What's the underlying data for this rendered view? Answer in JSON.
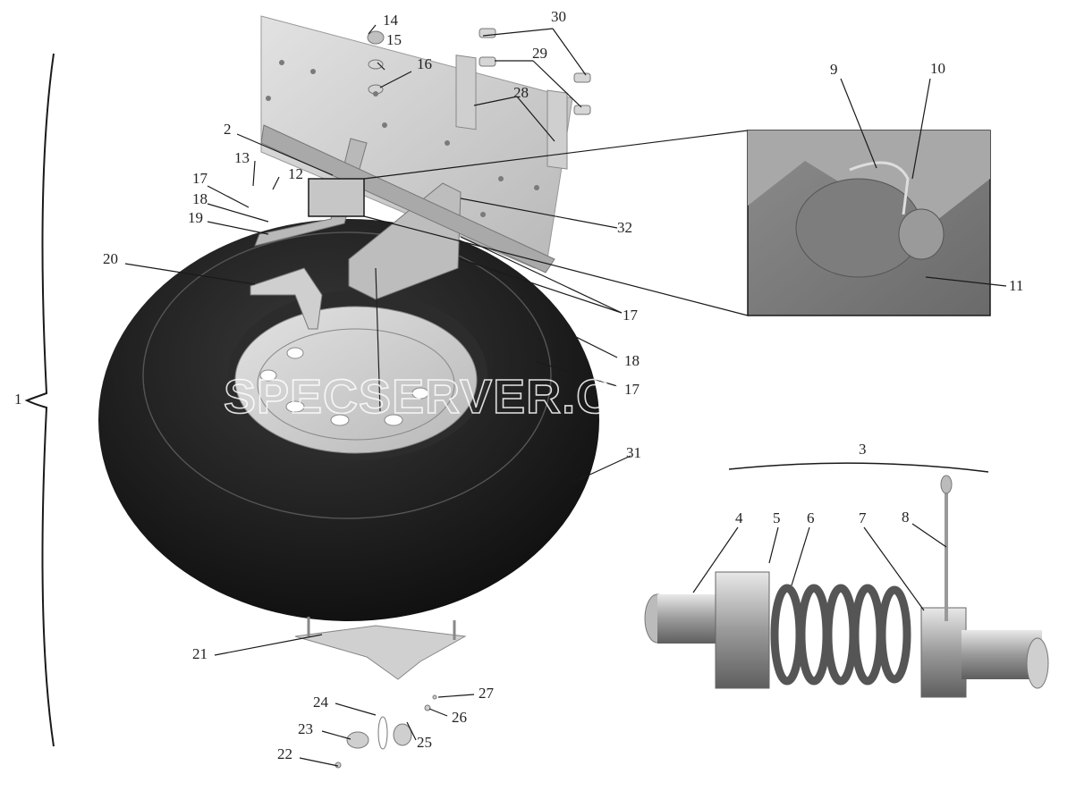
{
  "watermark": "SPECSERVER.COM",
  "labels": {
    "l1": "1",
    "l2": "2",
    "l3": "3",
    "l4": "4",
    "l5": "5",
    "l6": "6",
    "l7": "7",
    "l8": "8",
    "l9": "9",
    "l10": "10",
    "l11": "11",
    "l12": "12",
    "l13": "13",
    "l14": "14",
    "l15": "15",
    "l16": "16",
    "l17a": "17",
    "l17b": "17",
    "l17c": "17",
    "l18a": "18",
    "l18b": "18",
    "l19": "19",
    "l20": "20",
    "l21": "21",
    "l22": "22",
    "l23": "23",
    "l24": "24",
    "l25": "25",
    "l26": "26",
    "l27": "27",
    "l28": "28",
    "l29": "29",
    "l30": "30",
    "l31": "31",
    "l32": "32"
  },
  "colors": {
    "tire": "#1a1a1a",
    "plate": "#cfcfcf",
    "rim": "#d8d8d8",
    "leader": "#1a1a1a"
  }
}
